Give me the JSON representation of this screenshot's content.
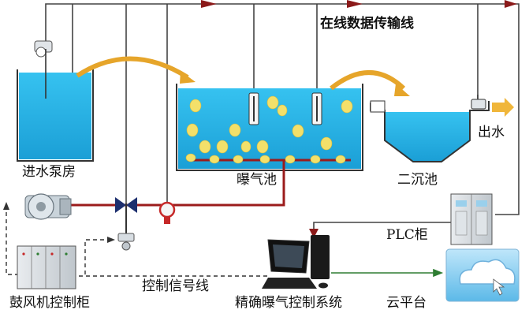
{
  "labels": {
    "data_line": "在线数据传输线",
    "intake_pump_house": "进水泵房",
    "aeration_tank": "曝气池",
    "secondary_clarifier": "二沉池",
    "outflow": "出水",
    "plc_cabinet": "PLC柜",
    "control_signal_line": "控制信号线",
    "blower_control_cabinet": "鼓风机控制柜",
    "precise_aeration_control_system": "精确曝气控制系统",
    "cloud_platform": "云平台"
  },
  "colors": {
    "water": "#29b6e8",
    "water_dark": "#1e97c9",
    "bubble": "#f3e06a",
    "pipe_red": "#9b1b1b",
    "signal_line": "#333333",
    "cloud_line": "#2e7d32",
    "flow_arrow": "#e6a52a"
  }
}
